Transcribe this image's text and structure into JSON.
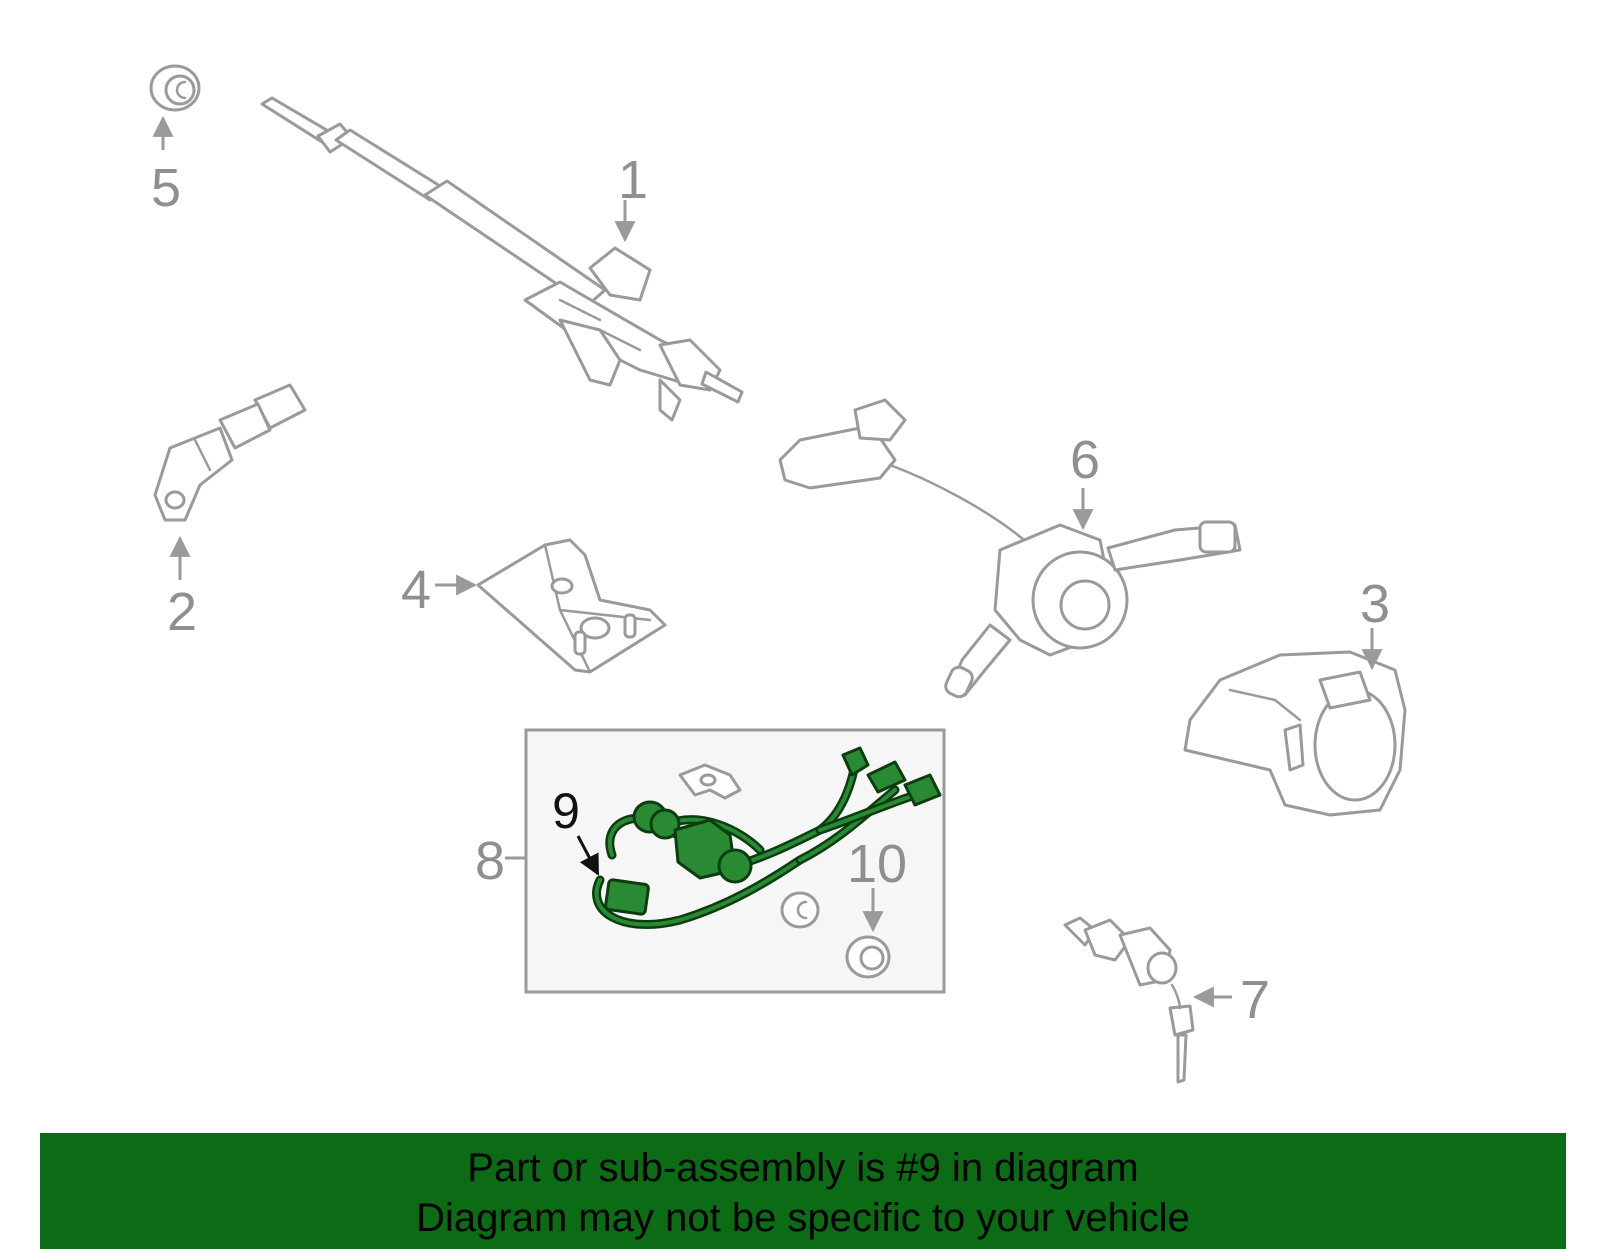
{
  "colors": {
    "banner_background": "#0c6b15",
    "banner_text": "#000000",
    "part_outline": "#9a9a9a",
    "highlight_part": "#2a8a33"
  },
  "callouts": [
    {
      "id": "1",
      "label": "1"
    },
    {
      "id": "2",
      "label": "2"
    },
    {
      "id": "3",
      "label": "3"
    },
    {
      "id": "4",
      "label": "4"
    },
    {
      "id": "5",
      "label": "5"
    },
    {
      "id": "6",
      "label": "6"
    },
    {
      "id": "7",
      "label": "7"
    },
    {
      "id": "8",
      "label": "8"
    },
    {
      "id": "9",
      "label": "9"
    },
    {
      "id": "10",
      "label": "10"
    }
  ],
  "highlighted_callout": "9",
  "banner": {
    "line1": "Part or sub-assembly is #9 in diagram",
    "line2": "Diagram may not be specific to your vehicle"
  }
}
